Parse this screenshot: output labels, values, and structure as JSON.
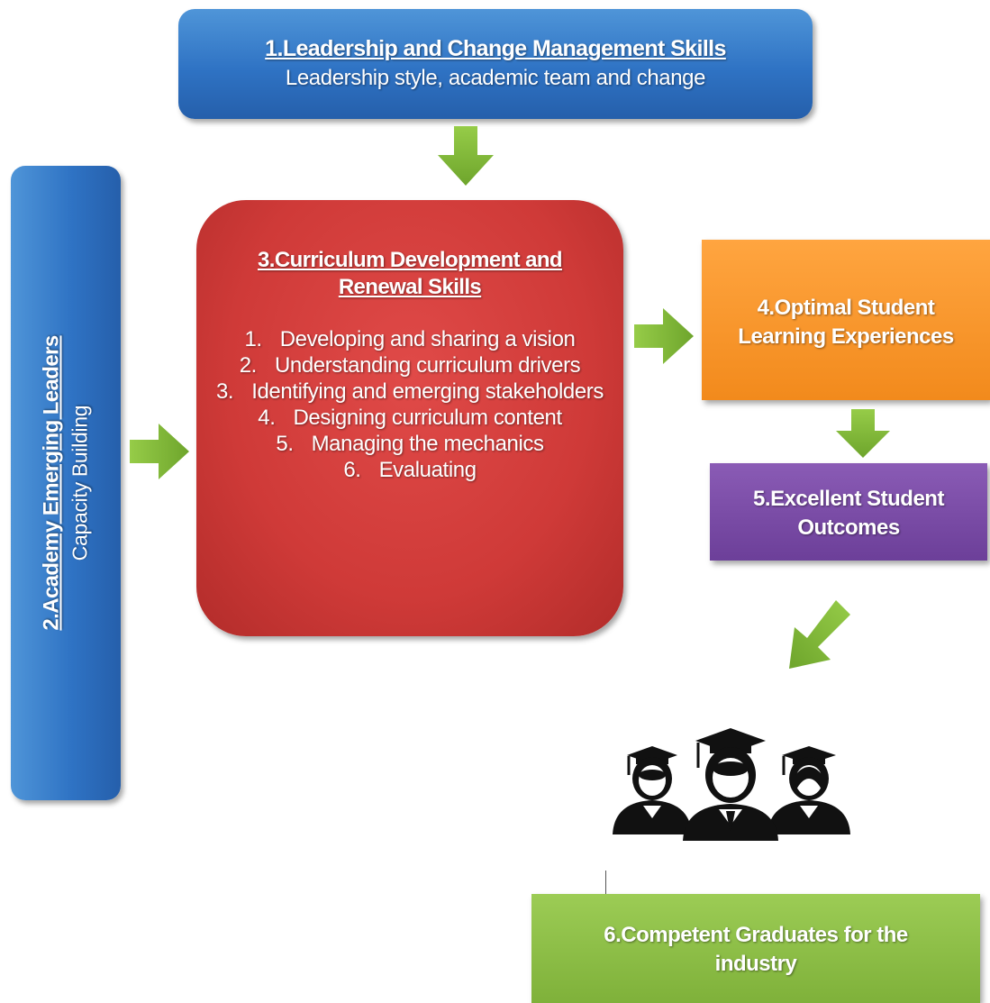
{
  "box1": {
    "title": "1.Leadership and Change Management Skills",
    "subtitle": "Leadership style, academic team and change"
  },
  "box2": {
    "title": "2.Academy Emerging Leaders",
    "subtitle": "Capacity Building"
  },
  "box3": {
    "title": "3.Curriculum Development and Renewal Skills",
    "items": [
      {
        "num": "1.",
        "text": "Developing and sharing a vision"
      },
      {
        "num": "2.",
        "text": "Understanding curriculum drivers"
      },
      {
        "num": "3.",
        "text": "Identifying and emerging stakeholders"
      },
      {
        "num": "4.",
        "text": "Designing curriculum content"
      },
      {
        "num": "5.",
        "text": "Managing the mechanics"
      },
      {
        "num": "6.",
        "text": "Evaluating"
      }
    ]
  },
  "box4": {
    "title": "4.Optimal Student Learning Experiences"
  },
  "box5": {
    "title": "5.Excellent Student Outcomes"
  },
  "box6": {
    "title": "6.Competent Graduates for the industry"
  },
  "colors": {
    "blue": "#2f73c4",
    "red": "#cf3a38",
    "orange": "#f28a1c",
    "purple": "#6c3f99",
    "green": "#7fb13a",
    "arrow": "#7ab730"
  },
  "icons": [
    "down-arrow-icon",
    "right-arrow-icon",
    "diagonal-arrow-icon",
    "graduates-icon"
  ]
}
